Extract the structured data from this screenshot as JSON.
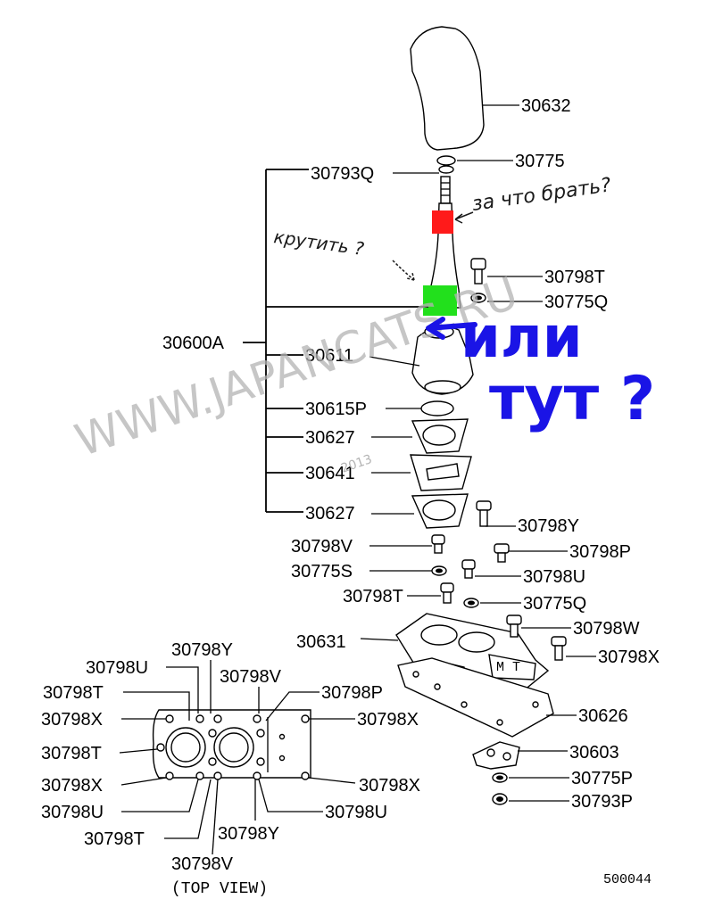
{
  "watermark": {
    "site": "WWW.JAPANCATS.RU",
    "year": "2013"
  },
  "parts": {
    "knob": "30632",
    "nut_top": "30775",
    "lever_nut": "30793Q",
    "lever_assy": "30600A",
    "bolt_t_upper": "30798T",
    "nut_q_upper": "30775Q",
    "housing": "30611",
    "washer": "30615P",
    "gasket_upper": "30627",
    "plate": "30641",
    "gasket_lower": "30627",
    "bolt_y": "30798Y",
    "bolt_v": "30798V",
    "bolt_p": "30798P",
    "nut_s": "30775S",
    "bolt_u": "30798U",
    "bolt_t_lower": "30798T",
    "nut_q_lower": "30775Q",
    "base": "30631",
    "bolt_w": "30798W",
    "bolt_x": "30798X",
    "base_gasket": "30626",
    "bracket": "30603",
    "nut_p": "30775P",
    "nut_p2": "30793P"
  },
  "top_view": {
    "caption": "(TOP VIEW)",
    "labels": {
      "y_top": "30798Y",
      "u_top": "30798U",
      "v_top": "30798V",
      "t_left_top": "30798T",
      "p_right": "30798P",
      "x_left_top": "30798X",
      "x_right_top": "30798X",
      "t_left_mid": "30798T",
      "x_left_bottom": "30798X",
      "x_right_bottom": "30798X",
      "u_left_bottom": "30798U",
      "u_right_bottom": "30798U",
      "t_bottom": "30798T",
      "y_bottom": "30798Y",
      "v_bottom": "30798V"
    }
  },
  "annotations": {
    "grab": "за что брать?",
    "twist": "крутить ?",
    "or_here_line1": "или",
    "or_here_line2": "тут ?"
  },
  "diagram_code": "500044",
  "colors": {
    "marker_red": "#ff1a1a",
    "marker_green": "#22e01c",
    "ink_blue": "#1a14e6",
    "watermark": "#b4b4b4"
  }
}
